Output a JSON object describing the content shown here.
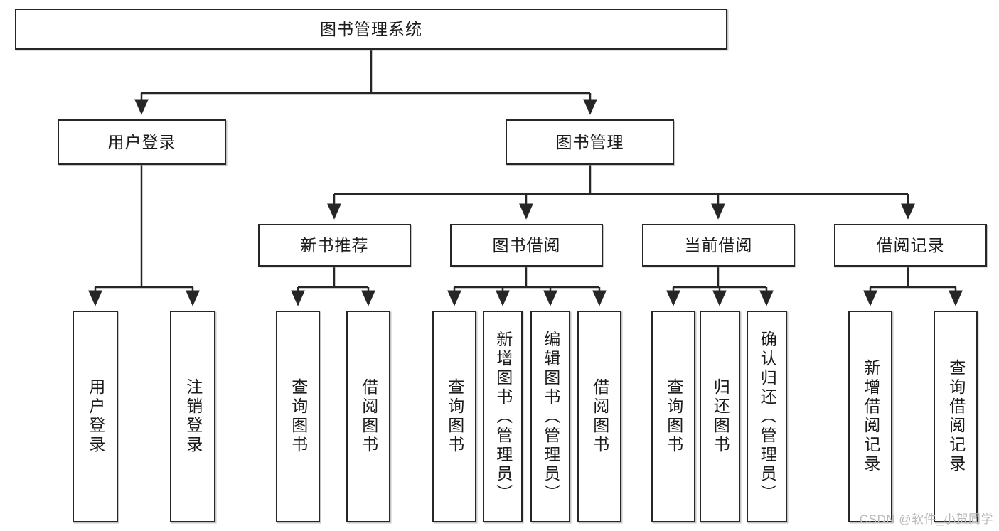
{
  "diagram": {
    "type": "tree-hierarchy",
    "title": "图书管理系统",
    "watermark": "CSDN @软件_小贺同学",
    "colors": {
      "stroke": "#262626",
      "fill": "#ffffff",
      "text": "#1b1b1b",
      "watermark": "#b9b9b9"
    },
    "levels": {
      "root": {
        "label": "图书管理系统"
      },
      "level2": [
        {
          "label": "用户登录"
        },
        {
          "label": "图书管理"
        }
      ],
      "level3": [
        {
          "label": "新书推荐"
        },
        {
          "label": "图书借阅"
        },
        {
          "label": "当前借阅"
        },
        {
          "label": "借阅记录"
        }
      ],
      "leaves": [
        {
          "label": "用户登录",
          "parent": "用户登录"
        },
        {
          "label": "注销登录",
          "parent": "用户登录"
        },
        {
          "label": "查询图书",
          "parent": "新书推荐"
        },
        {
          "label": "借阅图书",
          "parent": "新书推荐"
        },
        {
          "label": "查询图书",
          "parent": "图书借阅"
        },
        {
          "label": "新增图书（管理员）",
          "parent": "图书借阅"
        },
        {
          "label": "编辑图书（管理员）",
          "parent": "图书借阅"
        },
        {
          "label": "借阅图书",
          "parent": "图书借阅"
        },
        {
          "label": "查询图书",
          "parent": "当前借阅"
        },
        {
          "label": "归还图书",
          "parent": "当前借阅"
        },
        {
          "label": "确认归还（管理员）",
          "parent": "当前借阅"
        },
        {
          "label": "新增借阅记录",
          "parent": "借阅记录"
        },
        {
          "label": "查询借阅记录",
          "parent": "借阅记录"
        }
      ]
    }
  }
}
